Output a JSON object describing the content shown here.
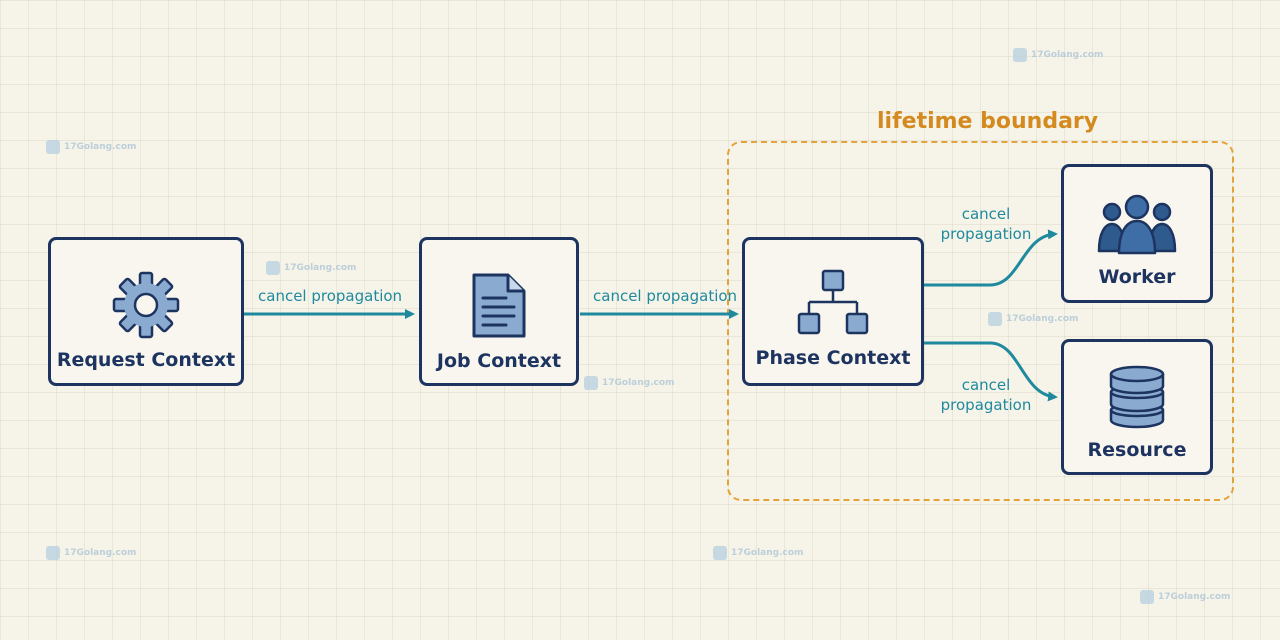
{
  "nodes": {
    "request": {
      "label": "Request Context",
      "icon": "gear-icon"
    },
    "job": {
      "label": "Job Context",
      "icon": "document-icon"
    },
    "phase": {
      "label": "Phase Context",
      "icon": "hierarchy-icon"
    },
    "worker": {
      "label": "Worker",
      "icon": "users-icon"
    },
    "resource": {
      "label": "Resource",
      "icon": "database-icon"
    }
  },
  "edges": [
    {
      "from": "request",
      "to": "job",
      "label": "cancel propagation"
    },
    {
      "from": "job",
      "to": "phase",
      "label": "cancel propagation"
    },
    {
      "from": "phase",
      "to": "worker",
      "label_line1": "cancel",
      "label_line2": "propagation"
    },
    {
      "from": "phase",
      "to": "resource",
      "label_line1": "cancel",
      "label_line2": "propagation"
    }
  ],
  "boundary": {
    "label": "lifetime boundary"
  },
  "watermark": {
    "text": "17Golang.com"
  },
  "colors": {
    "node_border": "#1d3461",
    "edge": "#1f8a9e",
    "boundary": "#e3a23a",
    "icon_fill": "#8aaad0"
  }
}
